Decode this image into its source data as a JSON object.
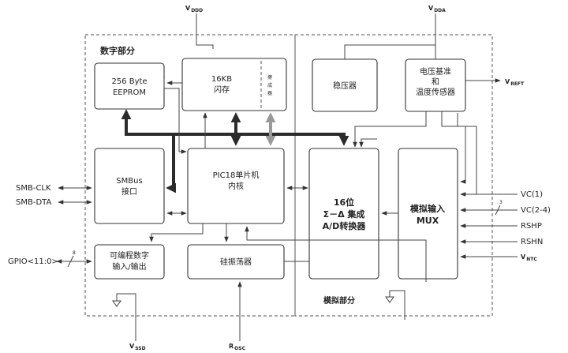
{
  "supplies": {
    "vddd": {
      "main": "V",
      "sub": "DDD"
    },
    "vdda": {
      "main": "V",
      "sub": "DDA"
    },
    "vref": {
      "main": "V",
      "sub": "REFT"
    },
    "vssd": {
      "main": "V",
      "sub": "SSD"
    },
    "rosc": {
      "main": "R",
      "sub": "OSC"
    },
    "vntc": {
      "main": "V",
      "sub": "NTC"
    }
  },
  "regions": {
    "digital": "数字部分",
    "analog": "模拟部分"
  },
  "blocks": {
    "eeprom": [
      "256 Byte",
      "EEPROM"
    ],
    "flash": [
      "16KB",
      "闪存"
    ],
    "flash_side": [
      "擦",
      "成",
      "器"
    ],
    "regulator": [
      "稳压器"
    ],
    "vref_temp": [
      "电压基准",
      "和",
      "温度传感器"
    ],
    "smbus": [
      "SMBus",
      "接口"
    ],
    "cpu": [
      "PIC18单片机",
      "内核"
    ],
    "adc": [
      "16位",
      "Σ－Δ 集成",
      "A/D转换器"
    ],
    "mux": [
      "模拟输入",
      "MUX"
    ],
    "gpio": [
      "可编程数字",
      "输入/输出"
    ],
    "osc": [
      "硅振荡器"
    ]
  },
  "signals": {
    "smb_clk": "SMB-CLK",
    "smb_dta": "SMB-DTA",
    "gpio": "GPIO<11:0>",
    "gpio_width": "8",
    "vc1": "VC(1)",
    "vc24": "VC(2-4)",
    "vc_width": "3",
    "rshp": "RSHP",
    "rshn": "RSHN"
  }
}
